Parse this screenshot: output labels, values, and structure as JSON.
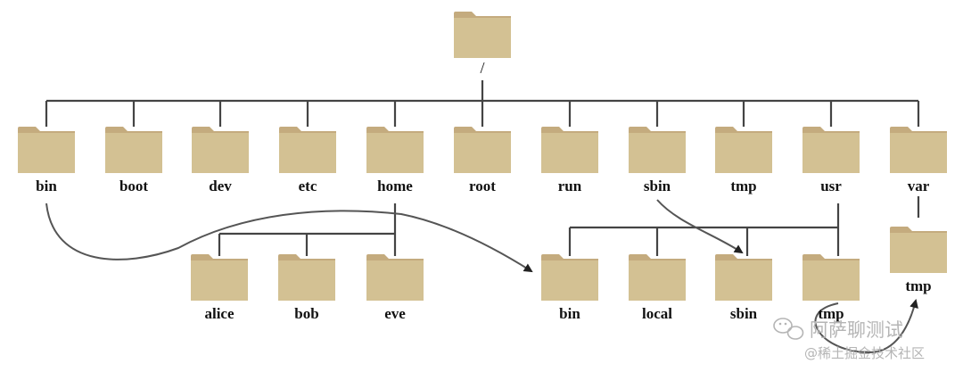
{
  "root": {
    "label": "/"
  },
  "top_level": [
    "bin",
    "boot",
    "dev",
    "etc",
    "home",
    "root",
    "run",
    "sbin",
    "tmp",
    "usr",
    "var"
  ],
  "home_children": [
    "alice",
    "bob",
    "eve"
  ],
  "usr_children": [
    "bin",
    "local",
    "sbin",
    "tmp"
  ],
  "var_children": [
    "tmp"
  ],
  "symlinks": [
    {
      "from": "/bin",
      "to": "/usr/bin"
    },
    {
      "from": "/sbin",
      "to": "/usr/sbin"
    },
    {
      "from": "/usr/tmp",
      "to": "/var/tmp"
    }
  ],
  "watermark": {
    "line1": "阿萨聊测试",
    "line2": "@稀土掘金技术社区",
    "icon": "wechat-icon"
  },
  "colors": {
    "folder_back": "#c4ab7e",
    "folder_front": "#d3c193",
    "line": "#444444",
    "text": "#111111"
  }
}
